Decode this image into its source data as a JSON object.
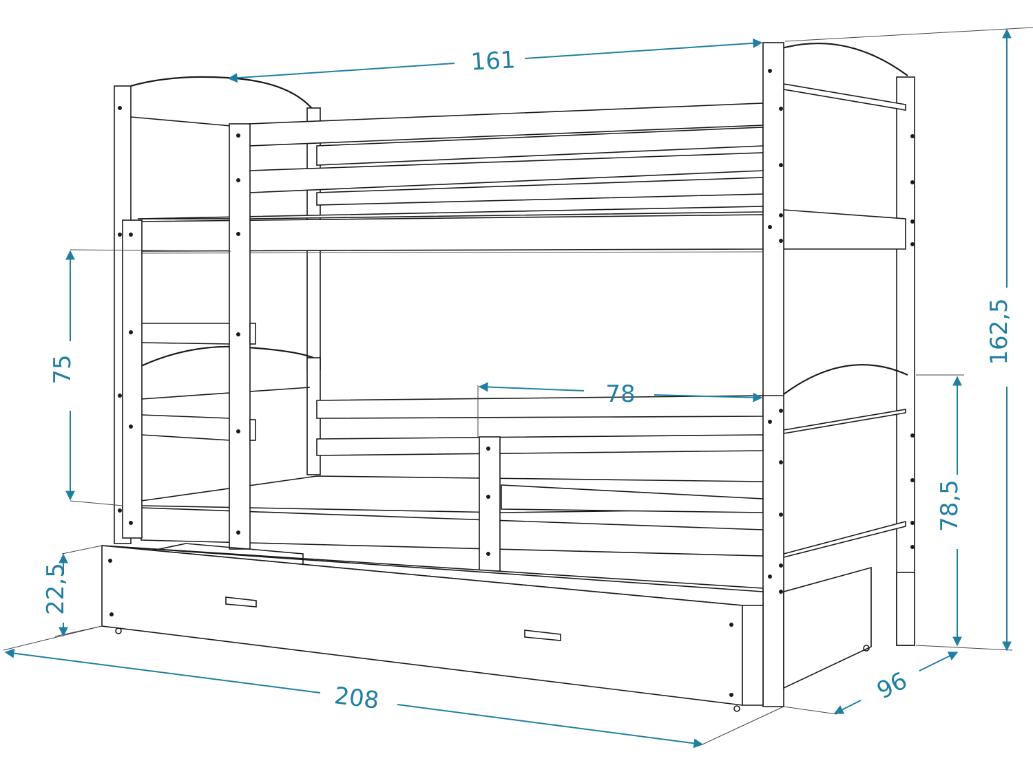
{
  "colors": {
    "dimension": "#1f7fa3",
    "outline": "#1a1a1a",
    "background": "#ffffff"
  },
  "dimensions": {
    "top_length": "161",
    "total_height": "162,5",
    "bunk_clearance": "75",
    "opening_width": "78",
    "lower_bed_height": "78,5",
    "drawer_height": "22,5",
    "total_length": "208",
    "depth": "96"
  }
}
